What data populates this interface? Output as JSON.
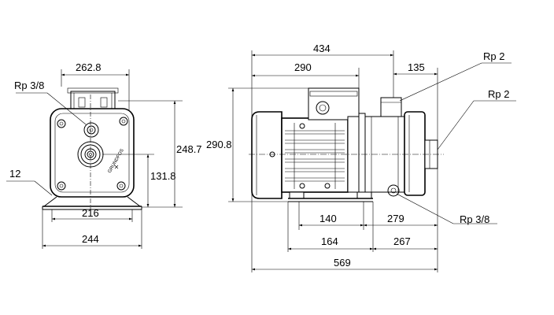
{
  "dimensions": {
    "end_width_top": "262.8",
    "end_height": "248.7",
    "shaft_height": "131.8",
    "foot_span": "216",
    "base_width": "244",
    "side_top_length": "434",
    "motor_length": "290",
    "port_offset": "135",
    "side_height": "290.8",
    "foot_spacing": "140",
    "base_to_port": "279",
    "foot_total": "164",
    "pump_end": "267",
    "overall_length": "569"
  },
  "callouts": {
    "left_plug": "Rp 3/8",
    "foot_thickness": "12",
    "outlet": "Rp 2",
    "inlet": "Rp 2",
    "drain": "Rp 3/8"
  },
  "brand_mark": "GRUNDFOS"
}
